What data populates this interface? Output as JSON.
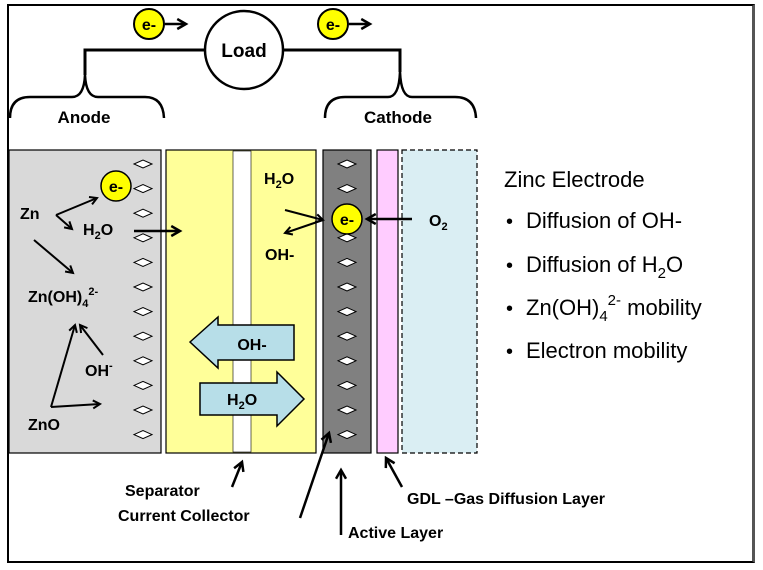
{
  "title": "Zinc-air battery schematic",
  "circuit": {
    "load_label": "Load",
    "electron_label": "e-",
    "anode_label": "Anode",
    "cathode_label": "Cathode"
  },
  "anode_panel": {
    "species": {
      "zn": "Zn",
      "h2o_main": "H",
      "h2o_sub": "2",
      "h2o_tail": "O",
      "zincate_main": "Zn(OH)",
      "zincate_sub": "4",
      "zincate_sup": "2-",
      "oh_main": "OH",
      "oh_sup": "-",
      "zno": "ZnO"
    },
    "electron_label": "e-"
  },
  "electrolyte": {
    "h2o_main": "H",
    "h2o_sub": "2",
    "h2o_tail": "O",
    "oh_label": "OH-",
    "oh_arrow_label": "OH-",
    "h2o_arrow_main": "H",
    "h2o_arrow_sub": "2",
    "h2o_arrow_tail": "O"
  },
  "cathode": {
    "electron_label": "e-",
    "o2_main": "O",
    "o2_sub": "2"
  },
  "callouts": {
    "separator": "Separator",
    "current_collector": "Current Collector",
    "active_layer": "Active Layer",
    "gdl": "GDL –Gas Diffusion Layer"
  },
  "legend": {
    "heading": "Zinc Electrode",
    "bullet": "•",
    "items": [
      {
        "text": "Diffusion of OH-"
      },
      {
        "main": "Diffusion of H",
        "sub": "2",
        "tail": "O"
      },
      {
        "main": "Zn(OH)",
        "sub": "4",
        "sup": "2-",
        "tail": " mobility"
      },
      {
        "text": "Electron mobility"
      }
    ]
  },
  "colors": {
    "anode_fill": "#d9d9d9",
    "electrolyte_fill": "#ffff99",
    "active_layer_fill": "#808080",
    "gdl_fill": "#ffccff",
    "air_fill": "#daeef3",
    "electron_fill": "#ffff00",
    "flow_arrow_fill": "#b7dee8"
  }
}
